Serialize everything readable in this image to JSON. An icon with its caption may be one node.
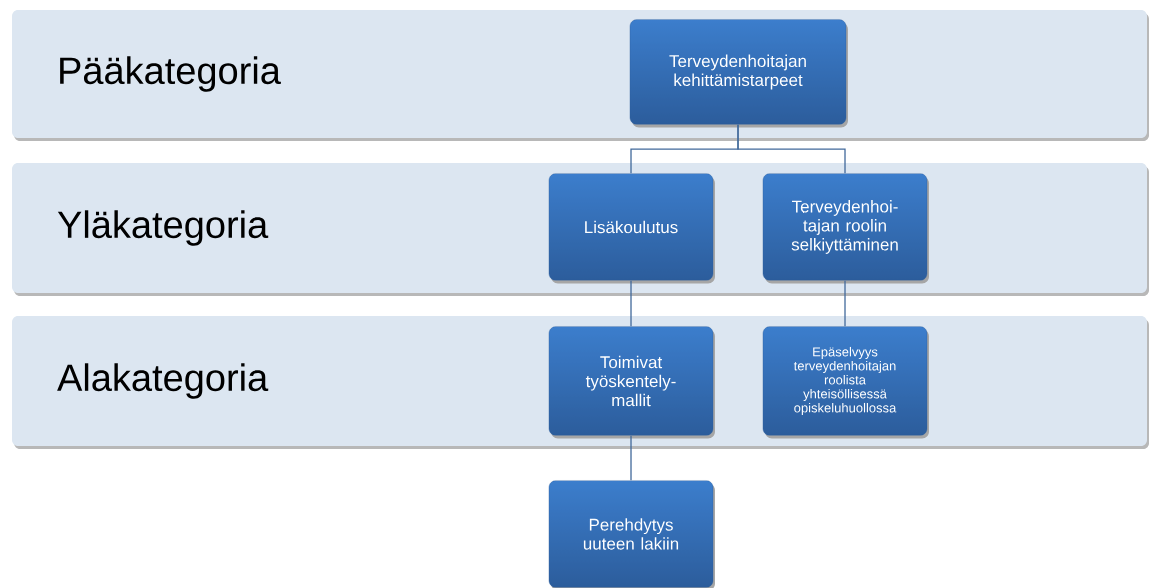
{
  "diagram": {
    "nodes": [
      {
        "text": [
          "Pääkategoria"
        ]
      },
      {
        "text": [
          "Terveydenhoitajan kehittämistarpeet"
        ],
        "in": 0
      },
      {
        "text": [
          "Yläkategoria"
        ]
      },
      {
        "text": [
          "Lisäkoulutus"
        ],
        "in": 2
      },
      {
        "text": [
          "Terveydenhoi- tajan roolin selkiyttäminen"
        ],
        "in": 2
      },
      {
        "text": [
          "Alakategoria"
        ]
      },
      {
        "text": [
          "Toimivat työskentely- mallit"
        ],
        "in": 5
      },
      {
        "text": [
          "Epäselvyys terveydenhoitajan roolista yhteisöllisessä opiskeluhuollossa"
        ],
        "in": 5
      },
      {
        "text": [
          "Perehdytys uuteen lakiin"
        ]
      }
    ],
    "edges": [
      {
        "from": 1,
        "to": 3,
        "arrow": "none"
      },
      {
        "from": 1,
        "to": 4,
        "arrow": "none"
      },
      {
        "from": 3,
        "to": 6,
        "arrow": "none"
      },
      {
        "from": 4,
        "to": 7,
        "arrow": "none"
      },
      {
        "from": 6,
        "to": 8,
        "arrow": "none"
      }
    ]
  }
}
